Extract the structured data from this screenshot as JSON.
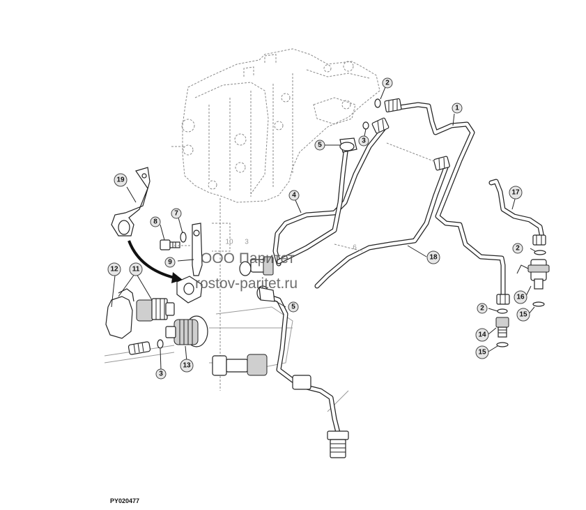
{
  "diagram": {
    "callouts": {
      "c1": "1",
      "c2a": "2",
      "c2b": "2",
      "c2c": "2",
      "c3a": "3",
      "c3b": "3",
      "c4": "4",
      "c5a": "5",
      "c5b": "5",
      "c7": "7",
      "c8": "8",
      "c9": "9",
      "c11": "11",
      "c12": "12",
      "c13": "13",
      "c14": "14",
      "c15a": "15",
      "c15b": "15",
      "c16": "16",
      "c17": "17",
      "c18": "18",
      "c19": "19"
    },
    "ghost_labels": {
      "g10": "10",
      "g3": "3",
      "g6": "6"
    },
    "watermark": {
      "line1": "ООО Паритет",
      "line2": "rostov-paritet.ru"
    },
    "figure_code": "PY020477"
  }
}
